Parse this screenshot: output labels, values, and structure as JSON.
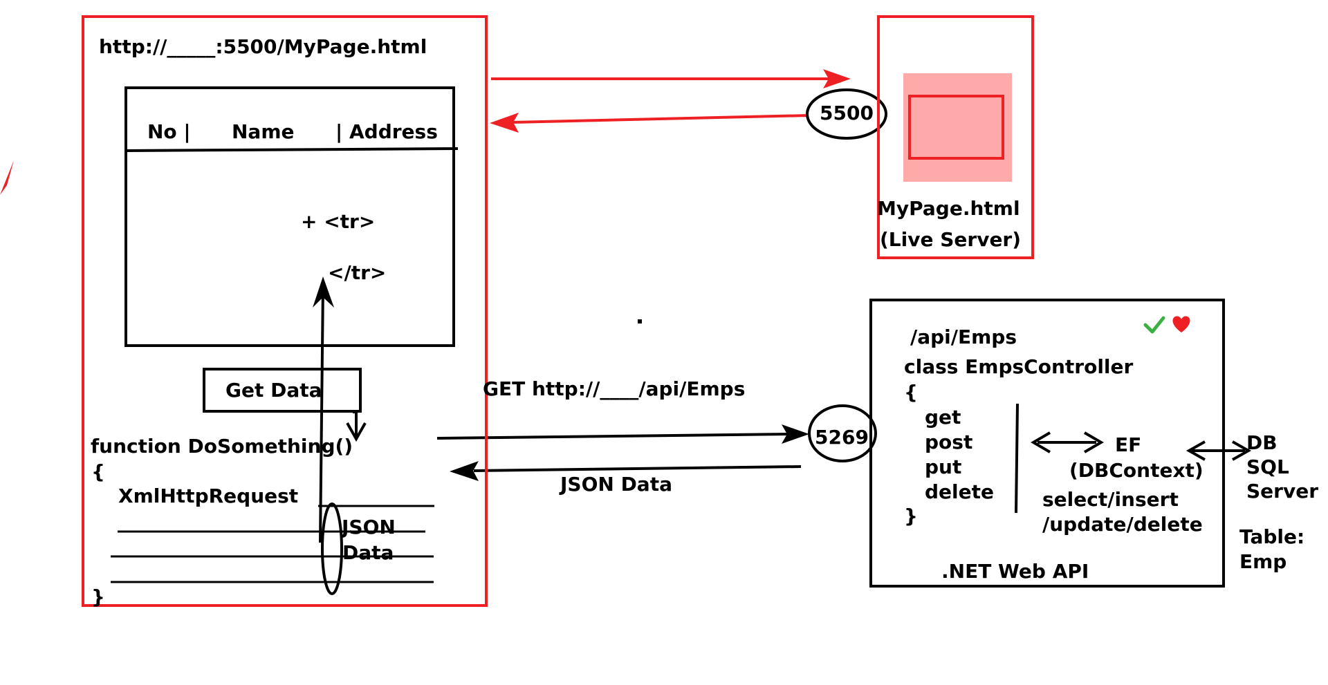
{
  "client_page": {
    "url": "http://_____:5500/MyPage.html",
    "table_header": {
      "col_no": "No |",
      "col_name": "Name",
      "col_address": "| Address"
    },
    "row_open": "+ <tr>",
    "row_close": "</tr>",
    "button_label": "Get Data",
    "code": {
      "function_line": "function DoSomething()",
      "open_brace": "{",
      "xhr_line": "XmlHttpRequest",
      "close_brace": "}"
    },
    "json_bubble_line1": "JSON",
    "json_bubble_line2": "Data"
  },
  "live_server": {
    "port": "5500",
    "label_line1": "MyPage.html",
    "label_line2": "(Live Server)"
  },
  "request": {
    "get_label": "GET http://____/api/Emps",
    "response_label": "JSON Data"
  },
  "web_api": {
    "port": "5269",
    "route": "/api/Emps",
    "class_line": "class EmpsController",
    "open_brace": "{",
    "methods": [
      "get",
      "post",
      "put",
      "delete"
    ],
    "close_brace": "}",
    "ef_line1": "EF",
    "ef_line2": "(DBContext)",
    "ops_line1": "select/insert",
    "ops_line2": "/update/delete",
    "footer": ".NET Web API",
    "check_icon": "check-icon",
    "heart_icon": "heart-icon"
  },
  "database": {
    "line1": "DB",
    "line2": "SQL",
    "line3": "Server",
    "table_line1": "Table:",
    "table_line2": "Emp"
  },
  "colors": {
    "red": "#ee2024",
    "pink_fill": "#ffaaaa",
    "black": "#000000",
    "green": "#3cb043"
  }
}
